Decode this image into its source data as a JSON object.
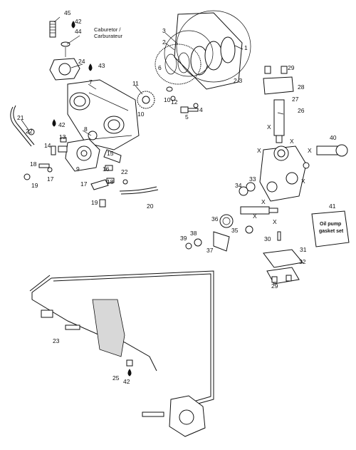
{
  "callouts": [
    {
      "id": "45",
      "text": "45"
    },
    {
      "id": "42a",
      "text": "42"
    },
    {
      "id": "44",
      "text": "44"
    },
    {
      "id": "3",
      "text": "3"
    },
    {
      "id": "2",
      "text": "2"
    },
    {
      "id": "1",
      "text": "1"
    },
    {
      "id": "6",
      "text": "6"
    },
    {
      "id": "23r",
      "text": "2-3"
    },
    {
      "id": "24",
      "text": "24"
    },
    {
      "id": "43",
      "text": "43"
    },
    {
      "id": "7",
      "text": "7"
    },
    {
      "id": "11",
      "text": "11"
    },
    {
      "id": "10a",
      "text": "10"
    },
    {
      "id": "12",
      "text": "12"
    },
    {
      "id": "4",
      "text": "4"
    },
    {
      "id": "5",
      "text": "5"
    },
    {
      "id": "10b",
      "text": "10"
    },
    {
      "id": "21",
      "text": "21"
    },
    {
      "id": "22a",
      "text": "22"
    },
    {
      "id": "42b",
      "text": "42"
    },
    {
      "id": "8",
      "text": "8"
    },
    {
      "id": "13",
      "text": "13"
    },
    {
      "id": "14",
      "text": "14"
    },
    {
      "id": "15",
      "text": "15"
    },
    {
      "id": "16",
      "text": "16"
    },
    {
      "id": "18a",
      "text": "18"
    },
    {
      "id": "9",
      "text": "9"
    },
    {
      "id": "17a",
      "text": "17"
    },
    {
      "id": "19a",
      "text": "19"
    },
    {
      "id": "17b",
      "text": "17"
    },
    {
      "id": "18b",
      "text": "18"
    },
    {
      "id": "22b",
      "text": "22"
    },
    {
      "id": "19b",
      "text": "19"
    },
    {
      "id": "20",
      "text": "20"
    },
    {
      "id": "29a",
      "text": "29"
    },
    {
      "id": "28",
      "text": "28"
    },
    {
      "id": "27",
      "text": "27"
    },
    {
      "id": "26",
      "text": "26"
    },
    {
      "id": "40",
      "text": "40"
    },
    {
      "id": "33",
      "text": "33"
    },
    {
      "id": "34",
      "text": "34"
    },
    {
      "id": "36",
      "text": "36"
    },
    {
      "id": "35",
      "text": "35"
    },
    {
      "id": "39",
      "text": "39"
    },
    {
      "id": "38",
      "text": "38"
    },
    {
      "id": "37",
      "text": "37"
    },
    {
      "id": "30",
      "text": "30"
    },
    {
      "id": "31",
      "text": "31"
    },
    {
      "id": "32",
      "text": "32"
    },
    {
      "id": "29b",
      "text": "29"
    },
    {
      "id": "41",
      "text": "41"
    },
    {
      "id": "23",
      "text": "23"
    },
    {
      "id": "25",
      "text": "25"
    },
    {
      "id": "42c",
      "text": "42"
    }
  ],
  "carburetor_label": {
    "line1": "Caburetor /",
    "line2": "Carburateur"
  },
  "kit": {
    "line1": "Oil pump",
    "line2": "gasket set"
  },
  "mark": "X"
}
